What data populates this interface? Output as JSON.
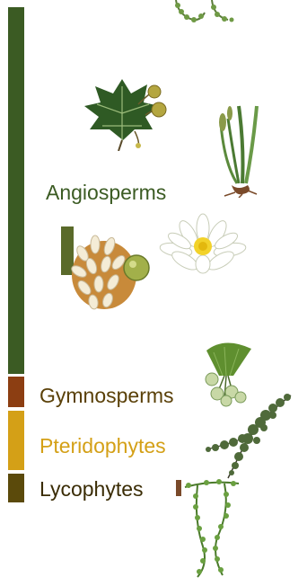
{
  "colors": {
    "angiosperms": "#3b5b23",
    "gymnosperms": "#8c3e12",
    "pteridophytes": "#d4a017",
    "lycophytes": "#5b4a0b",
    "gymnosperms_text": "#5a4008",
    "lycophytes_text": "#3a2c05"
  },
  "groups": {
    "angiosperms": {
      "label": "Angiosperms"
    },
    "gymnosperms": {
      "label": "Gymnosperms"
    },
    "pteridophytes": {
      "label": "Pteridophytes"
    },
    "lycophytes": {
      "label": "Lycophytes"
    }
  },
  "icons": [
    "top-moss-sprig-icon",
    "plane-leaf-icon",
    "grass-plant-icon",
    "flower-cluster-icon",
    "water-lily-icon",
    "ginkgo-icon",
    "fern-frond-icon",
    "lycophyte-sprig-icon"
  ]
}
